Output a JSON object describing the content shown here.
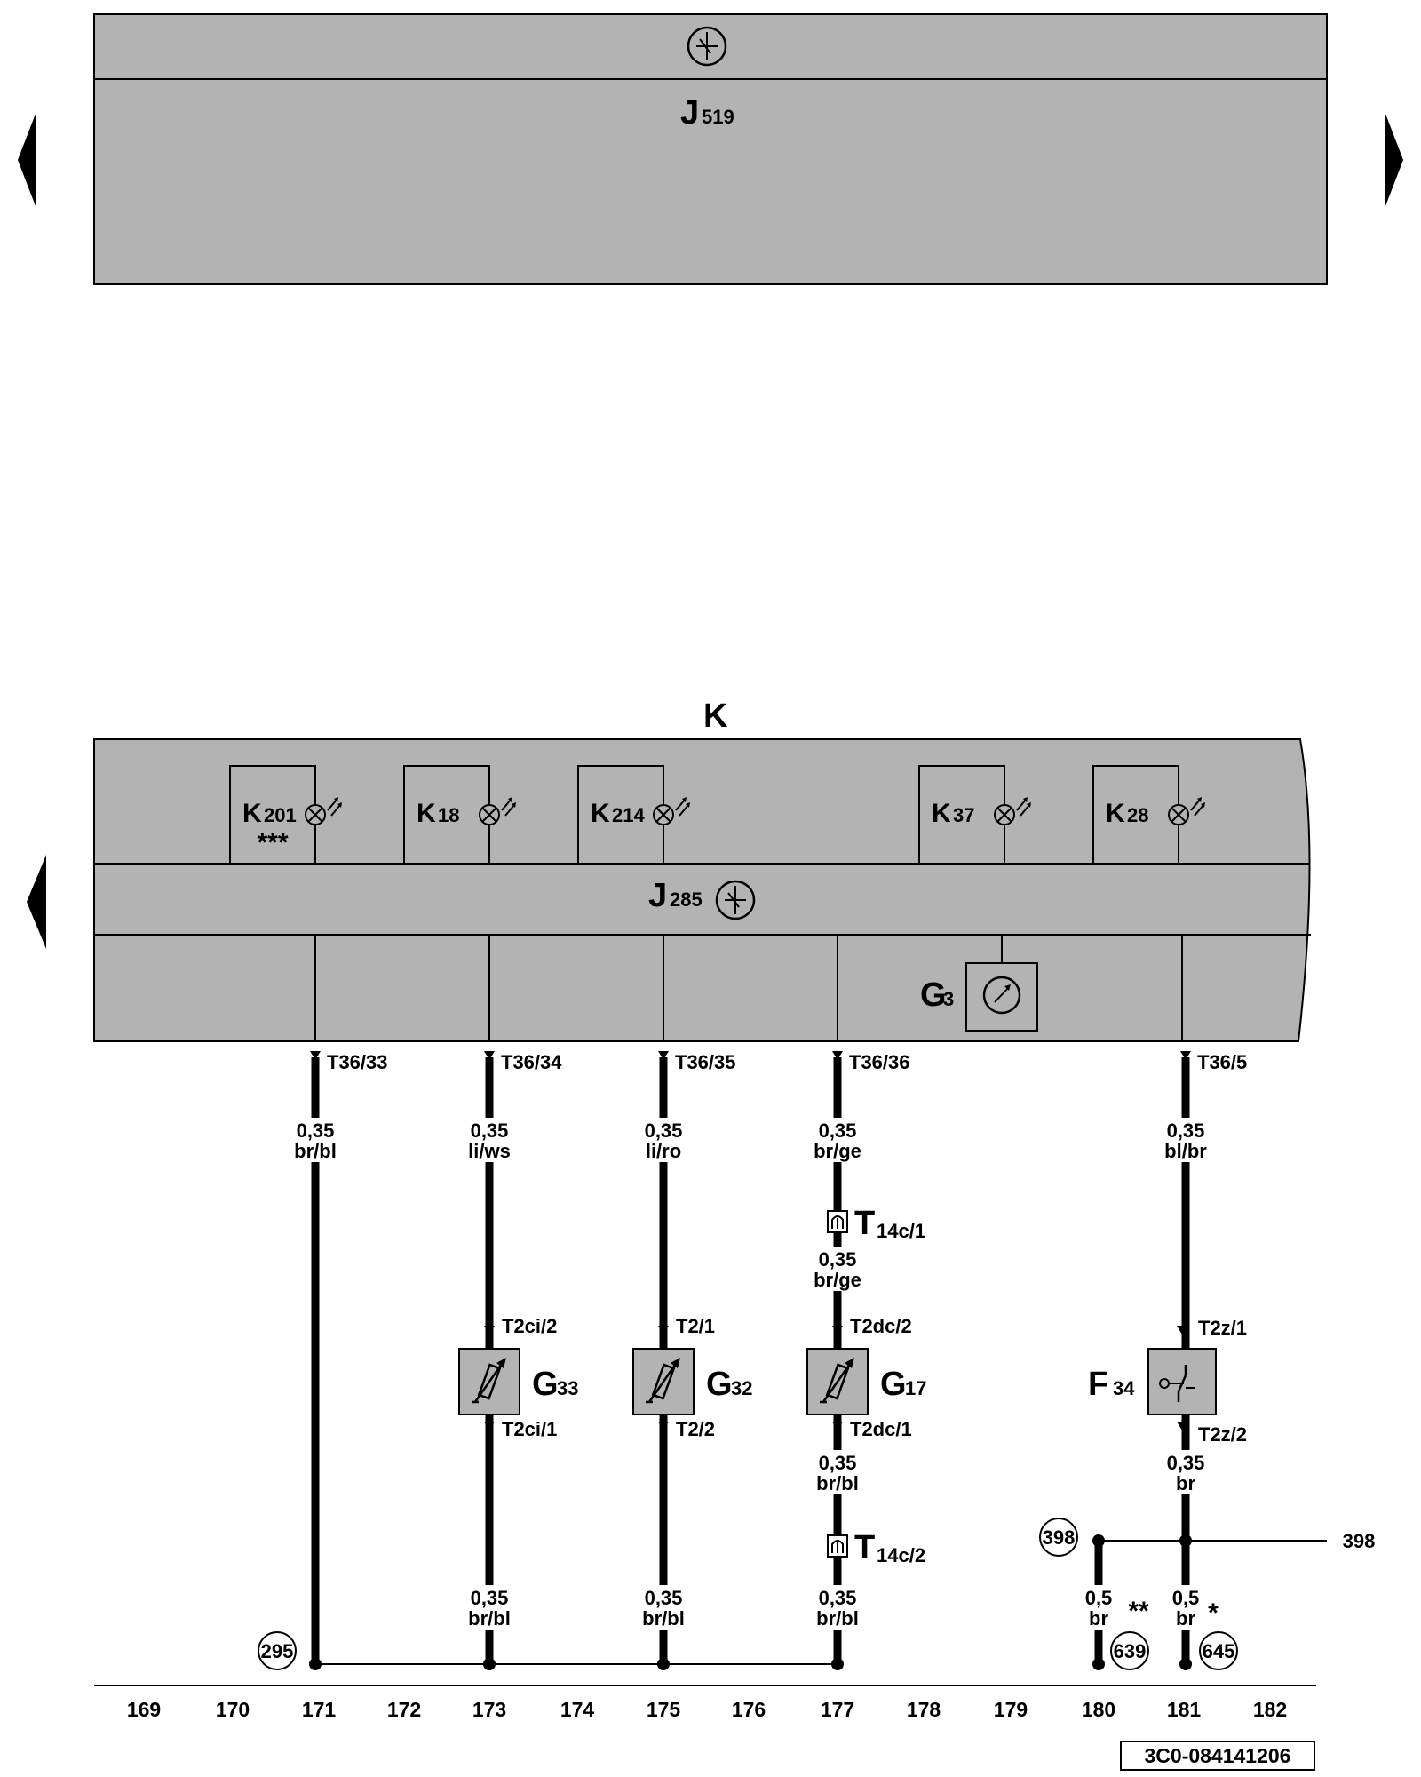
{
  "colors": {
    "panel": "#b3b3b3",
    "line": "#000000",
    "background": "#ffffff"
  },
  "icons": {
    "nav_left": "triangle-left-arrow-icon",
    "nav_right": "triangle-right-arrow-icon",
    "control_unit": "control-unit-symbol-icon",
    "warning_lamp": "warning-lamp-icon",
    "gauge": "gauge-icon",
    "sender": "variable-resistor-sender-icon",
    "switch": "switch-icon",
    "connector": "connector-icon"
  },
  "top_unit": {
    "letter": "J",
    "number": "519"
  },
  "cluster": {
    "label": "K",
    "controller": {
      "letter": "J",
      "number": "285"
    },
    "lamps": [
      {
        "letter": "K",
        "number": "201",
        "note": "***"
      },
      {
        "letter": "K",
        "number": "18",
        "note": ""
      },
      {
        "letter": "K",
        "number": "214",
        "note": ""
      },
      {
        "letter": "K",
        "number": "37",
        "note": ""
      },
      {
        "letter": "K",
        "number": "28",
        "note": ""
      }
    ],
    "gauge": {
      "letter": "G",
      "number": "3"
    }
  },
  "pins": [
    "T36/33",
    "T36/34",
    "T36/35",
    "T36/36",
    "T36/5"
  ],
  "wires": [
    {
      "size": "0,35",
      "color": "br/bl"
    },
    {
      "size": "0,35",
      "color": "li/ws"
    },
    {
      "size": "0,35",
      "color": "li/ro"
    },
    {
      "size": "0,35",
      "color": "br/ge"
    },
    {
      "size": "0,35",
      "color": "bl/br"
    },
    {
      "size": "0,35",
      "color": "br/ge"
    },
    {
      "size": "0,35",
      "color": "br/bl"
    },
    {
      "size": "0,35",
      "color": "br"
    },
    {
      "size": "0,35",
      "color": "br/bl"
    },
    {
      "size": "0,35",
      "color": "br/bl"
    },
    {
      "size": "0,35",
      "color": "br/bl"
    },
    {
      "size": "0,5",
      "color": "br"
    },
    {
      "size": "0,5",
      "color": "br"
    }
  ],
  "connectors": [
    {
      "letter": "T",
      "code": "14c/1"
    },
    {
      "letter": "T",
      "code": "14c/2"
    }
  ],
  "senders": [
    {
      "letter": "G",
      "number": "33",
      "pin_top": "T2ci/2",
      "pin_bottom": "T2ci/1"
    },
    {
      "letter": "G",
      "number": "32",
      "pin_top": "T2/1",
      "pin_bottom": "T2/2"
    },
    {
      "letter": "G",
      "number": "17",
      "pin_top": "T2dc/2",
      "pin_bottom": "T2dc/1"
    }
  ],
  "switch": {
    "letter": "F",
    "number": "34",
    "pin_top": "T2z/1",
    "pin_bottom": "T2z/2"
  },
  "references": {
    "ground": "295",
    "node": "398",
    "node_continue": "398",
    "ref_180": "639",
    "ref_181": "645",
    "note_180": "**",
    "note_181": "*"
  },
  "columns": [
    "169",
    "170",
    "171",
    "172",
    "173",
    "174",
    "175",
    "176",
    "177",
    "178",
    "179",
    "180",
    "181",
    "182"
  ],
  "doc_id": "3C0-084141206"
}
